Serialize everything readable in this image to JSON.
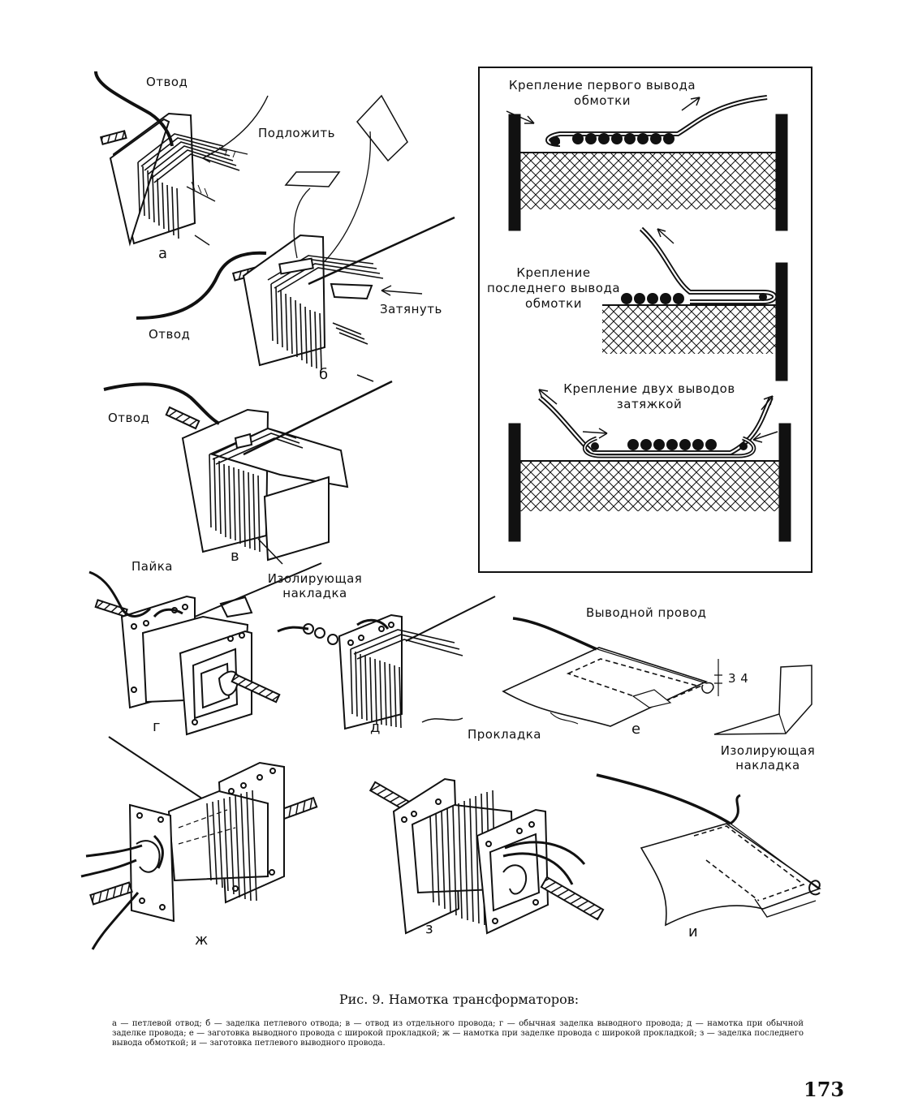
{
  "figure": {
    "a": {
      "letter": "а",
      "lead": "Отвод",
      "underlay": "Подложить"
    },
    "b": {
      "letter": "б",
      "lead": "Отвод",
      "tighten": "Затянуть"
    },
    "v": {
      "letter": "в",
      "lead": "Отвод"
    },
    "g": {
      "letter": "г",
      "solder": "Пайка",
      "overlay": "Изолирующая накладка"
    },
    "d": {
      "letter": "д"
    },
    "e": {
      "letter": "е",
      "lead_wire": "Выводной провод",
      "spacer": "Прокладка",
      "dims": "3 4",
      "overlay": "Изолирующая накладка"
    },
    "zh": {
      "letter": "ж"
    },
    "z": {
      "letter": "з"
    },
    "i": {
      "letter": "и"
    }
  },
  "inset": {
    "first_lead": "Крепление первого вывода обмотки",
    "last_lead": "Крепление последнего вывода обмотки",
    "two_leads": "Крепление двух выводов затяжкой"
  },
  "caption": "Рис. 9. Намотка трансформаторов:",
  "legend": "а — петлевой отвод; б — заделка петлевого отвода; в — отвод из отдельного провода; г — обычная заделка выводного провода; д — намотка при обычной заделке провода; е — заготовка выводного провода с широкой прокладкой; ж — намотка при заделке провода с широкой прокладкой; з — заделка последнего вывода обмоткой; и — заготовка петлевого выводного провода.",
  "page_number": "173"
}
